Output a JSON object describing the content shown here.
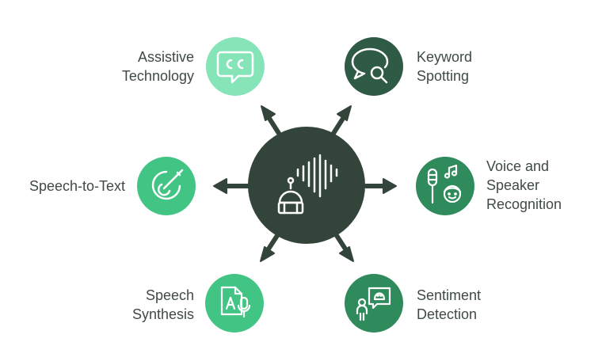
{
  "colors": {
    "hub": "#33443b",
    "arrow": "#33443b",
    "mint": "#86e5b8",
    "green": "#42c584",
    "dark_green": "#2f5a45",
    "mid_green": "#2f8a5c",
    "icon_stroke": "#ffffff",
    "text": "#3f4a45"
  },
  "nodes": {
    "assistive_technology": {
      "line1": "Assistive",
      "line2": "Technology",
      "icon": "closed-captions-icon"
    },
    "keyword_spotting": {
      "line1": "Keyword",
      "line2": "Spotting",
      "icon": "chat-search-icon"
    },
    "speech_to_text": {
      "line1": "Speech-to-Text",
      "icon": "pen-swirl-icon"
    },
    "voice_speaker_recognition": {
      "line1": "Voice and",
      "line2": "Speaker",
      "line3": "Recognition",
      "icon": "mic-music-face-icon"
    },
    "speech_synthesis": {
      "line1": "Speech",
      "line2": "Synthesis",
      "icon": "document-mic-icon"
    },
    "sentiment_detection": {
      "line1": "Sentiment",
      "line2": "Detection",
      "icon": "person-emotion-icon"
    }
  },
  "hub": {
    "icon": "robot-soundwave-icon"
  }
}
